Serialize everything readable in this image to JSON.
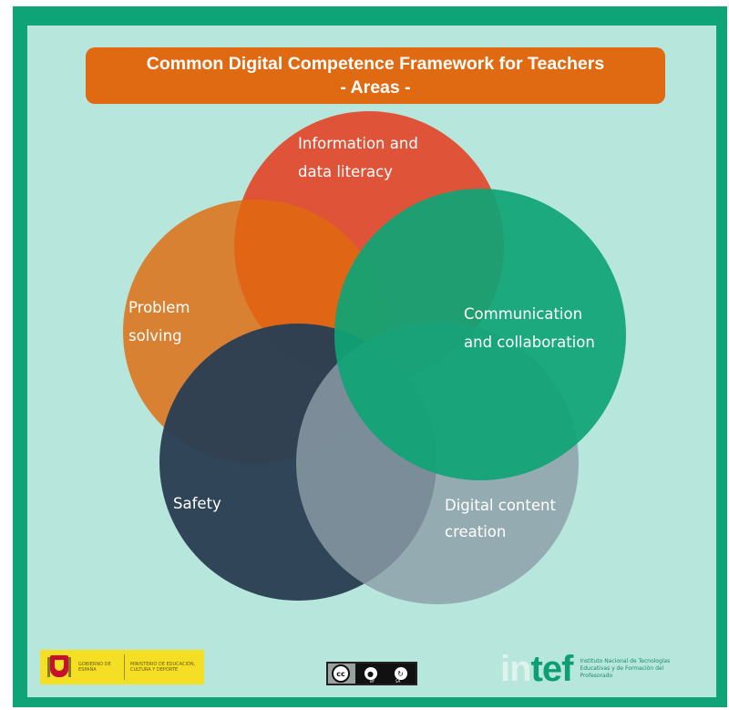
{
  "title": {
    "line1": "Common Digital Competence Framework for Teachers",
    "line2": "- Areas -"
  },
  "areas": [
    {
      "id": "information",
      "lines": [
        "Information and",
        "data literacy"
      ],
      "color": "#e04e34"
    },
    {
      "id": "problem",
      "lines": [
        "Problem",
        "solving"
      ],
      "color": "#e06a0e"
    },
    {
      "id": "communication",
      "lines": [
        "Communication",
        "and collaboration"
      ],
      "color": "#0fa475"
    },
    {
      "id": "safety",
      "lines": [
        "Safety"
      ],
      "color": "#2b3f54"
    },
    {
      "id": "content",
      "lines": [
        "Digital content",
        "creation"
      ],
      "color": "#8e9ea8"
    }
  ],
  "footer": {
    "gov_text": "Gobierno de España",
    "ministry_text": "Ministerio de Educación, Cultura y Deporte",
    "license": {
      "cc": "cc",
      "by": "BY",
      "sa": "SA"
    },
    "intef": {
      "word_in": "in",
      "word_tef": "tef",
      "description": "Instituto Nacional de Tecnologías Educativas y de Formación del Profesorado"
    }
  },
  "colors": {
    "frame": "#0fa477",
    "panel": "#b6e6dc",
    "title_bg": "#e06a12"
  }
}
